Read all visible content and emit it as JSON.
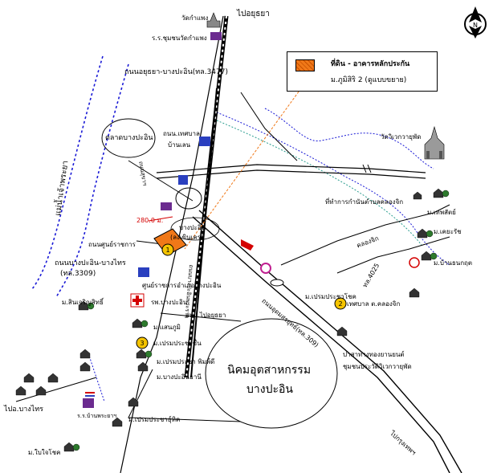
{
  "legend": {
    "title": "ที่ดิน - อาคารหลักประกัน",
    "subtitle": "ม.ภูมิสิริ 2 (ดูแบบขยาย)",
    "color": "#f07818"
  },
  "compass": {
    "label": "N",
    "icon": "north-arrow-icon"
  },
  "marker_color": "#f5c400",
  "distance_color": "#d40000",
  "labels": {
    "wat_kamphaeng": "วัดกำแพง",
    "school_wat_kamphaeng": "ร.ร.ชุมชนวัดกำแพง",
    "to_ayutthaya": "ไปอยุธยา",
    "road_ayutthaya_bangpain": "ถนนอยุธยา-บางปะอิน(ทล.3477)",
    "river_chao_phraya": "แม่น้ำเจ้าพระยา",
    "bang_pa_in_market": "ตลาดบางปะอิน",
    "municipality_office": "ถนน.เทศบาล",
    "ban_len": "บ้านเลน",
    "wat_wichai": "วัดวิเวกวายุพัด",
    "office_land": "ที่ทำการกำนันตำบลคลองจิก",
    "m_saphaet": "ม.เทพสัตย์",
    "m_cheratchai": "ม.เคยะรัช",
    "m_ban_thanakrit": "ม.บ้านธนกฤต",
    "khlong_chik": "คลองจิก",
    "route_4025": "ทล.4025",
    "bang_pa_in_junction": "บางปะอิน",
    "bang_pa_in_junction2": "(ลงเขินเคร)",
    "distance": "280.0 ม.",
    "road_banpain_sub": "ถนนบางปะอิน-บางไทร",
    "road_3309": "(ทล.3309)",
    "service_center": "ถนนศูนย์ราชการ",
    "gov_center": "ศูนย์ราชการอำเภอบางปะอิน",
    "hospital": "รพ.บางปะอิน",
    "district_office": "อพบ.ไปอยุธยา",
    "m_silver": "ม.สินเจริญสิทธิ์",
    "m_sanphumi": "ม.แสนภูมิ",
    "m_prem_pracha_ruen": "ม.เปรมประชาชื่น",
    "m_prem_pracha_phimon": "ม.เปรมประชา พิมพ์ดี",
    "m_bang_pa_in_thani": "ม.บางปะอินธานี",
    "m_prem_pracha_chuak": "ม.เปรมประชาโชค",
    "yasothon_rd": "ถนนอุดมสรยุทธ์(ทล.309)",
    "municipality_khlong_chik": "เทศบาล ต.คลองจิก",
    "police": "ปาสาทางทองยานยนต์",
    "wat_school": "ชุมชนประวัติวิเวกวายุพัด",
    "industrial_estate_1": "นิคมอุตสาหกรรม",
    "industrial_estate_2": "บางปะอิน",
    "to_bang_sai": "ไปอ.บางไทร",
    "school_ban_phraya": "ร.ร.บ้านพระยาฯ",
    "m_prem_pracha_chok2": "ม.เปรมประชาธุ์ทิค",
    "m_bai_joy": "ม.ใบใจโชค",
    "to_bangkok": "ไปกรุงเทพฯ",
    "bang_pa_in_road_left": "ถนนสุขาฯ",
    "bang_krasan": "ถนนบางปะอินพระราม"
  },
  "markers": [
    "1",
    "2",
    "3"
  ]
}
